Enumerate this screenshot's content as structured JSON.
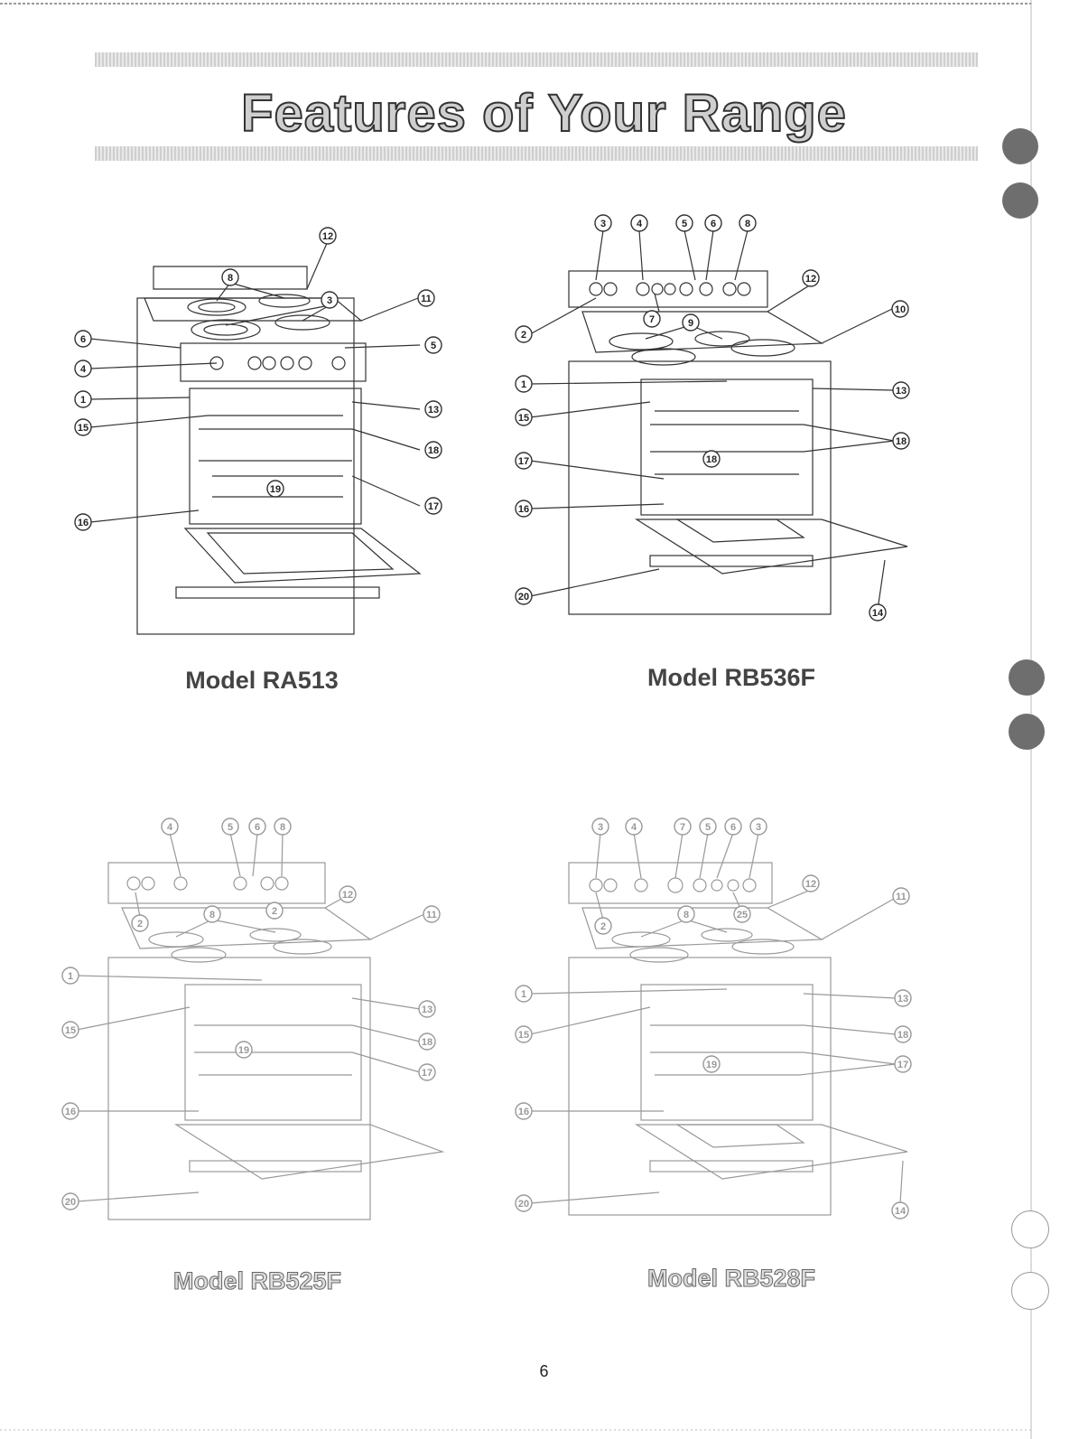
{
  "page": {
    "title": "Features of Your Range",
    "page_number": "6"
  },
  "models": [
    {
      "name": "Model RA513",
      "callouts": [
        "12",
        "8",
        "3",
        "11",
        "6",
        "4",
        "5",
        "1",
        "13",
        "15",
        "18",
        "17",
        "19",
        "16"
      ]
    },
    {
      "name": "Model RB536F",
      "callouts": [
        "3",
        "4",
        "5",
        "6",
        "8",
        "2",
        "7",
        "12",
        "9",
        "10",
        "1",
        "13",
        "15",
        "18",
        "17",
        "18",
        "16",
        "20",
        "14"
      ]
    },
    {
      "name": "Model RB525F",
      "callouts": [
        "4",
        "5",
        "6",
        "8",
        "2",
        "12",
        "8",
        "11",
        "1",
        "15",
        "13",
        "18",
        "19",
        "17",
        "16",
        "20"
      ]
    },
    {
      "name": "Model RB528F",
      "callouts": [
        "3",
        "4",
        "7",
        "5",
        "6",
        "3",
        "12",
        "11",
        "2",
        "8",
        "25",
        "1",
        "15",
        "13",
        "18",
        "17",
        "19",
        "16",
        "20",
        "14"
      ]
    }
  ],
  "colors": {
    "hole": "#6e6e6e",
    "title_fill": "#cfcfcf",
    "band": "#d8d8d8"
  }
}
